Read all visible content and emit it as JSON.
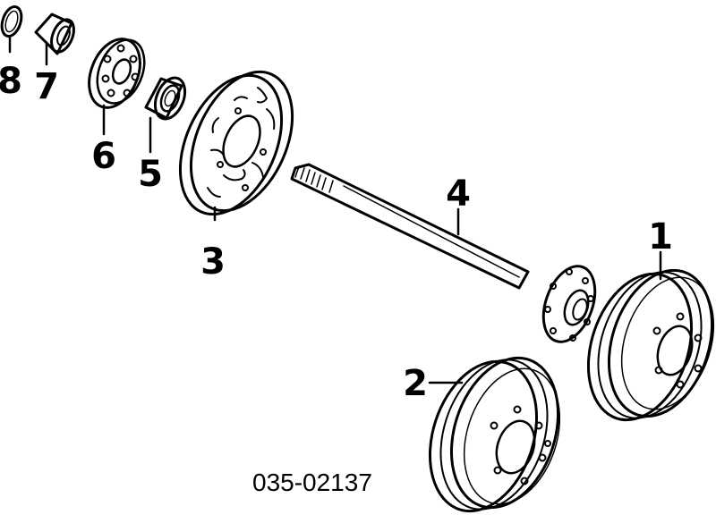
{
  "callouts": {
    "c1": "1",
    "c2": "2",
    "c3": "3",
    "c4": "4",
    "c5": "5",
    "c6": "6",
    "c7": "7",
    "c8": "8"
  },
  "part_number": "035-02137",
  "colors": {
    "ink": "#000000",
    "paper": "#ffffff"
  }
}
